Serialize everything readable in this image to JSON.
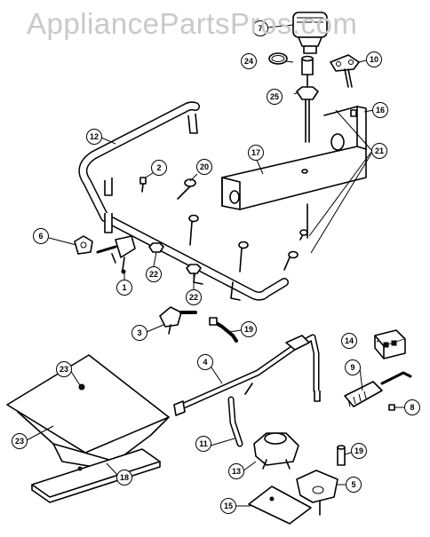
{
  "watermark": "AppliancePartsPros.com",
  "callouts": [
    {
      "id": "c1",
      "label": "1"
    },
    {
      "id": "c2",
      "label": "2"
    },
    {
      "id": "c3",
      "label": "3"
    },
    {
      "id": "c4",
      "label": "4"
    },
    {
      "id": "c5",
      "label": "5"
    },
    {
      "id": "c6",
      "label": "6"
    },
    {
      "id": "c7",
      "label": "7"
    },
    {
      "id": "c8",
      "label": "8"
    },
    {
      "id": "c9",
      "label": "9"
    },
    {
      "id": "c10",
      "label": "10"
    },
    {
      "id": "c11",
      "label": "11"
    },
    {
      "id": "c12",
      "label": "12"
    },
    {
      "id": "c13",
      "label": "13"
    },
    {
      "id": "c14",
      "label": "14"
    },
    {
      "id": "c15",
      "label": "15"
    },
    {
      "id": "c16",
      "label": "16"
    },
    {
      "id": "c17",
      "label": "17"
    },
    {
      "id": "c18",
      "label": "18"
    },
    {
      "id": "c19a",
      "label": "19"
    },
    {
      "id": "c19b",
      "label": "19"
    },
    {
      "id": "c20",
      "label": "20"
    },
    {
      "id": "c21",
      "label": "21"
    },
    {
      "id": "c22a",
      "label": "22"
    },
    {
      "id": "c22b",
      "label": "22"
    },
    {
      "id": "c23a",
      "label": "23"
    },
    {
      "id": "c23b",
      "label": "23"
    },
    {
      "id": "c24",
      "label": "24"
    },
    {
      "id": "c25",
      "label": "25"
    }
  ]
}
